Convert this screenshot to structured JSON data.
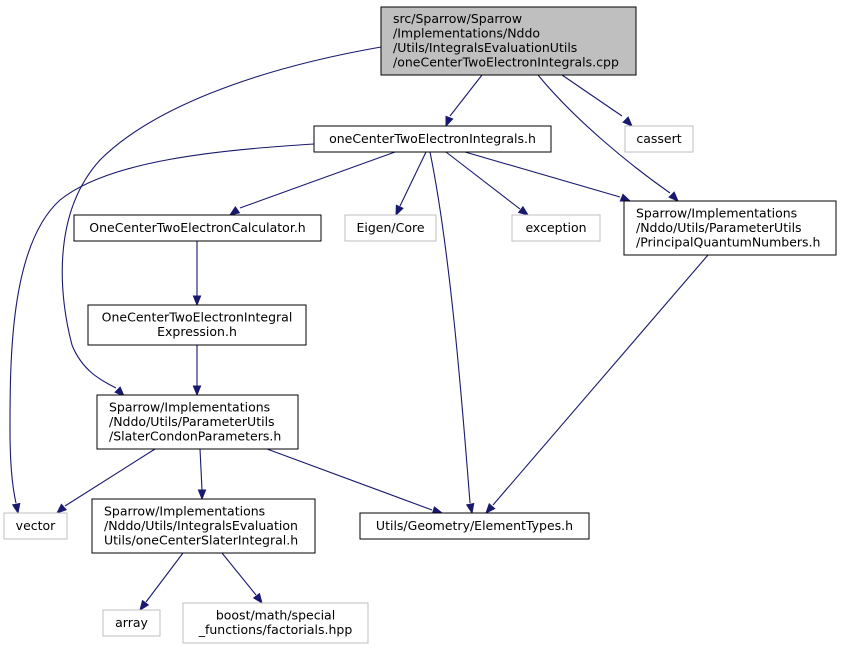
{
  "graph": {
    "nodes": [
      {
        "id": "root",
        "kind": "root",
        "lines": [
          "src/Sparrow/Sparrow",
          "/Implementations/Nddo",
          "/Utils/IntegralsEvaluationUtils",
          "/oneCenterTwoElectronIntegrals.cpp"
        ]
      },
      {
        "id": "octei_h",
        "kind": "normal",
        "lines": [
          "oneCenterTwoElectronIntegrals.h"
        ]
      },
      {
        "id": "cassert",
        "kind": "external",
        "lines": [
          "cassert"
        ]
      },
      {
        "id": "octec_h",
        "kind": "normal",
        "lines": [
          "OneCenterTwoElectronCalculator.h"
        ]
      },
      {
        "id": "eigen",
        "kind": "external",
        "lines": [
          "Eigen/Core"
        ]
      },
      {
        "id": "exception",
        "kind": "external",
        "lines": [
          "exception"
        ]
      },
      {
        "id": "pqn_h",
        "kind": "normal",
        "lines": [
          "Sparrow/Implementations",
          "/Nddo/Utils/ParameterUtils",
          "/PrincipalQuantumNumbers.h"
        ]
      },
      {
        "id": "expr_h",
        "kind": "normal",
        "lines": [
          "OneCenterTwoElectronIntegral",
          "Expression.h"
        ]
      },
      {
        "id": "scp_h",
        "kind": "normal",
        "lines": [
          "Sparrow/Implementations",
          "/Nddo/Utils/ParameterUtils",
          "/SlaterCondonParameters.h"
        ]
      },
      {
        "id": "vector",
        "kind": "external",
        "lines": [
          "vector"
        ]
      },
      {
        "id": "ocsi_h",
        "kind": "normal",
        "lines": [
          "Sparrow/Implementations",
          "/Nddo/Utils/IntegralsEvaluation",
          "Utils/oneCenterSlaterIntegral.h"
        ]
      },
      {
        "id": "elem_h",
        "kind": "normal",
        "lines": [
          "Utils/Geometry/ElementTypes.h"
        ]
      },
      {
        "id": "array",
        "kind": "external",
        "lines": [
          "array"
        ]
      },
      {
        "id": "boost",
        "kind": "external",
        "lines": [
          "boost/math/special",
          "_functions/factorials.hpp"
        ]
      }
    ],
    "edges": [
      {
        "from": "root",
        "to": "octei_h"
      },
      {
        "from": "root",
        "to": "cassert"
      },
      {
        "from": "root",
        "to": "pqn_h"
      },
      {
        "from": "root",
        "to": "scp_h"
      },
      {
        "from": "octei_h",
        "to": "vector"
      },
      {
        "from": "octei_h",
        "to": "octec_h"
      },
      {
        "from": "octei_h",
        "to": "eigen"
      },
      {
        "from": "octei_h",
        "to": "elem_h"
      },
      {
        "from": "octei_h",
        "to": "exception"
      },
      {
        "from": "octei_h",
        "to": "pqn_h"
      },
      {
        "from": "octec_h",
        "to": "expr_h"
      },
      {
        "from": "pqn_h",
        "to": "elem_h"
      },
      {
        "from": "expr_h",
        "to": "scp_h"
      },
      {
        "from": "scp_h",
        "to": "vector"
      },
      {
        "from": "scp_h",
        "to": "ocsi_h"
      },
      {
        "from": "scp_h",
        "to": "elem_h"
      },
      {
        "from": "ocsi_h",
        "to": "array"
      },
      {
        "from": "ocsi_h",
        "to": "boost"
      }
    ]
  }
}
